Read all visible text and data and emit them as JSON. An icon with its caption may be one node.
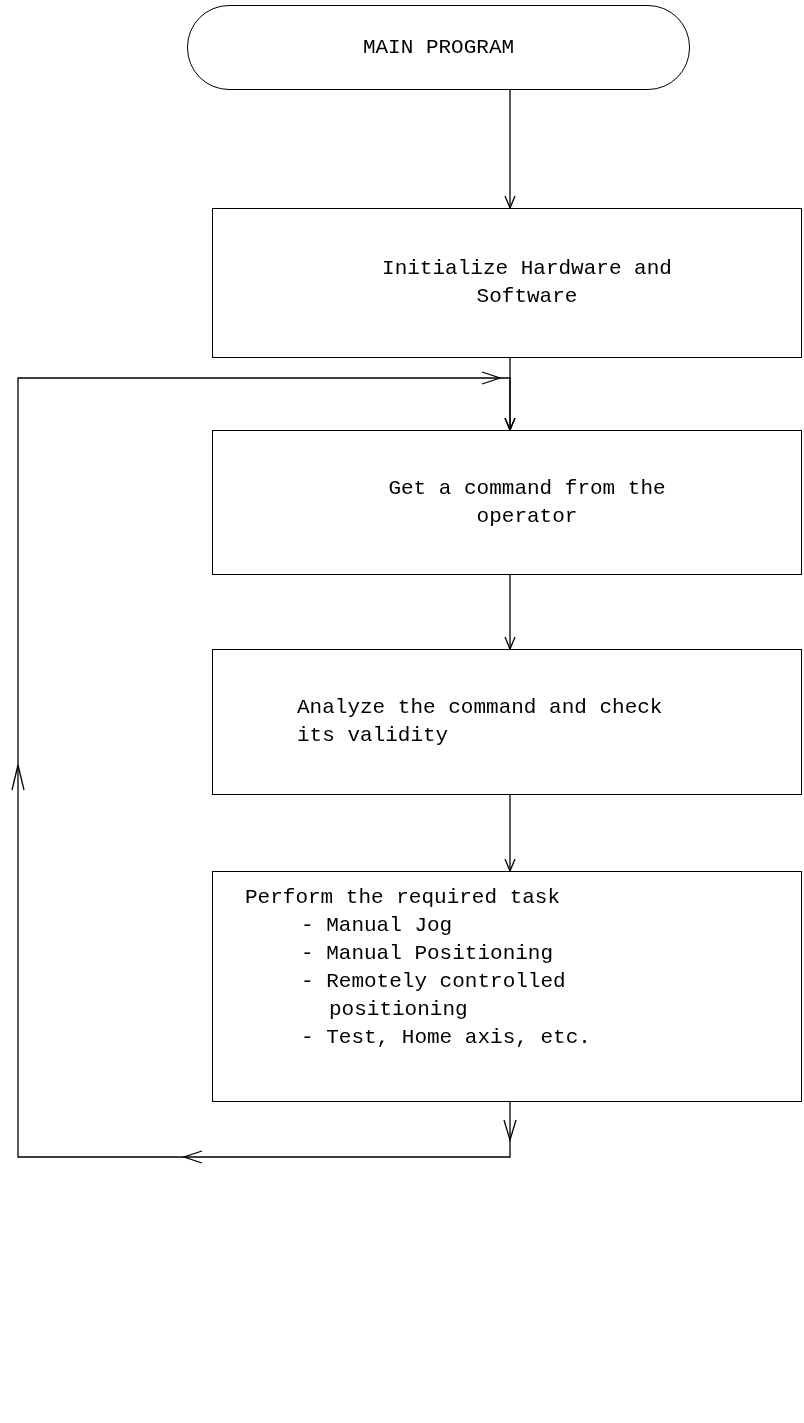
{
  "diagram": {
    "nodes": [
      {
        "text": [
          "MAIN PROGRAM"
        ]
      },
      {
        "text": [
          "Initialize Hardware and Software"
        ]
      },
      {
        "text": [
          "Get a command from the operator"
        ]
      },
      {
        "text": [
          "Analyze the command and check its validity"
        ]
      },
      {
        "text": [
          "Perform the required task",
          "- Manual Jog",
          "- Manual Positioning",
          "- Remotely controlled positioning",
          "- Test, Home axis, etc."
        ]
      }
    ],
    "edges": [
      {
        "from": 0,
        "to": 1,
        "arrow": "to"
      },
      {
        "from": 1,
        "to": 2,
        "arrow": "to"
      },
      {
        "from": 2,
        "to": 3,
        "arrow": "to"
      },
      {
        "from": 3,
        "to": 4,
        "arrow": "to"
      },
      {
        "from": 4,
        "to": 2,
        "arrow": "to"
      }
    ]
  }
}
